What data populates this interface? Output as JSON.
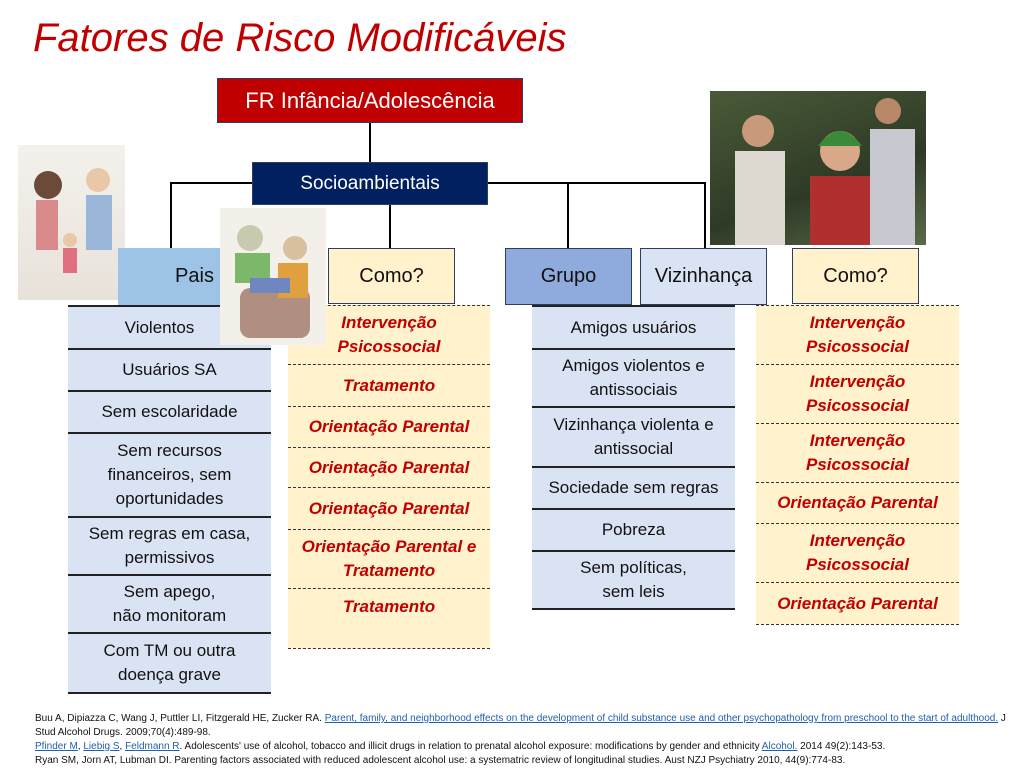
{
  "title": "Fatores de Risco Modificáveis",
  "top_box": "FR Infância/Adolescência",
  "sub_box": "Socioambientais",
  "headers": {
    "pais": "Pais",
    "como_left": "Como?",
    "grupo": "Grupo",
    "vizinhanca": "Vizinhança",
    "como_right": "Como?"
  },
  "pais_items": [
    "Violentos",
    "Usuários SA",
    "Sem escolaridade",
    "Sem recursos financeiros, sem oportunidades",
    "Sem regras em casa, permissivos",
    "Sem apego, não monitoram",
    "Com TM ou outra doença grave"
  ],
  "como_left_items": [
    "Intervenção Psicossocial",
    "Tratamento",
    "Orientação Parental",
    "Orientação Parental",
    "Orientação Parental",
    "Orientação Parental e Tratamento",
    "Tratamento"
  ],
  "grupo_items": [
    "Amigos usuários",
    "Amigos violentos e antissociais",
    "Vizinhança violenta e antissocial",
    "Sociedade sem regras",
    "Pobreza",
    "Sem políticas, sem leis"
  ],
  "como_right_items": [
    "Intervenção Psicossocial",
    "Intervenção Psicossocial",
    "Intervenção Psicossocial",
    "Orientação Parental",
    "Intervenção Psicossocial",
    "Orientação Parental"
  ],
  "refs": [
    {
      "authors": "Buu A, Dipiazza C, Wang J, Puttler LI, Fitzgerald HE, Zucker RA. ",
      "link": "Parent, family, and neighborhood effects on the development of child substance use and other psychopathology from preschool to the start of adulthood.",
      "rest": " J Stud Alcohol Drugs. 2009;70(4):489-98."
    },
    {
      "a1": "Pfinder M",
      "a2": "Liebig S",
      "a3": "Feldmann R",
      "text": ". Adolescents' use of alcohol, tobacco and illicit drugs in relation to prenatal alcohol exposure: modifications by gender and ethnicity ",
      "journal": "Alcohol.",
      "rest": " 2014 49(2):143-53."
    },
    {
      "text": "Ryan SM, Jorn AT, Lubman DI. Parenting factors associated with reduced adolescent alcohol use: a systematric review of longitudinal studies. Aust NZJ Psychiatry 2010, 44(9):774-83."
    }
  ],
  "colors": {
    "title": "#c00000",
    "top_box": "#c00000",
    "sub_box": "#002060",
    "pais": "#9dc3e6",
    "grupo": "#8faadc",
    "como": "#fff2cc"
  }
}
